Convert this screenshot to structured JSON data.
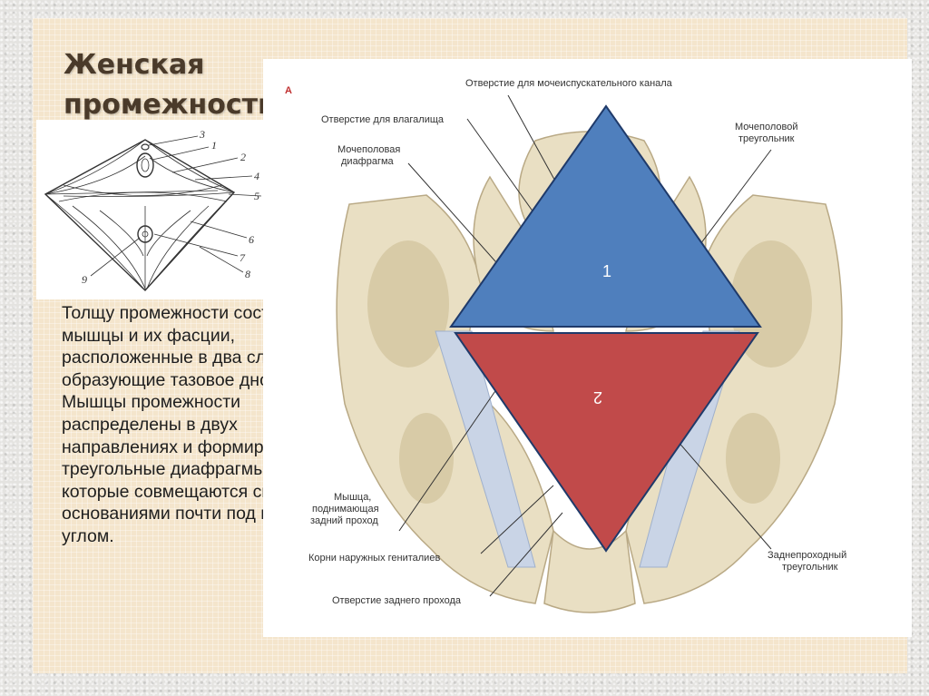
{
  "title": {
    "line1": "Женская",
    "line2": "промежность"
  },
  "body_text": "Толщу промежности составляют мышцы и их фасции, расположенные в два слоя и образующие тазовое дно. Мышцы промежности распределены в двух направлениях и формируют две треугольные диафрагмы, которые совмещаются своими основаниями почти под прямым углом.",
  "sketch": {
    "numbers": [
      "3",
      "1",
      "2",
      "4",
      "5",
      "6",
      "7",
      "8",
      "9"
    ]
  },
  "figure": {
    "panel_letter": "А",
    "labels": {
      "urethra_opening": "Отверстие для мочеиспускательного канала",
      "vagina_opening": "Отверстие для влагалища",
      "urogenital_diaphragm_1": "Мочеполовая",
      "urogenital_diaphragm_2": "диафрагма",
      "urogenital_triangle_1": "Мочеполовой",
      "urogenital_triangle_2": "треугольник",
      "levator_1": "Мышца,",
      "levator_2": "поднимающая",
      "levator_3": "задний проход",
      "genital_roots": "Корни наружных гениталиев",
      "anal_opening": "Отверстие заднего прохода",
      "anal_triangle_1": "Заднепроходный",
      "anal_triangle_2": "треугольник"
    },
    "triangle_1_label": "1",
    "triangle_2_label": "2",
    "colors": {
      "triangle_1": "#4f7fbd",
      "triangle_2": "#c14a4a",
      "outline": "#1f3a6a",
      "bone": "#e9dfc3"
    }
  }
}
